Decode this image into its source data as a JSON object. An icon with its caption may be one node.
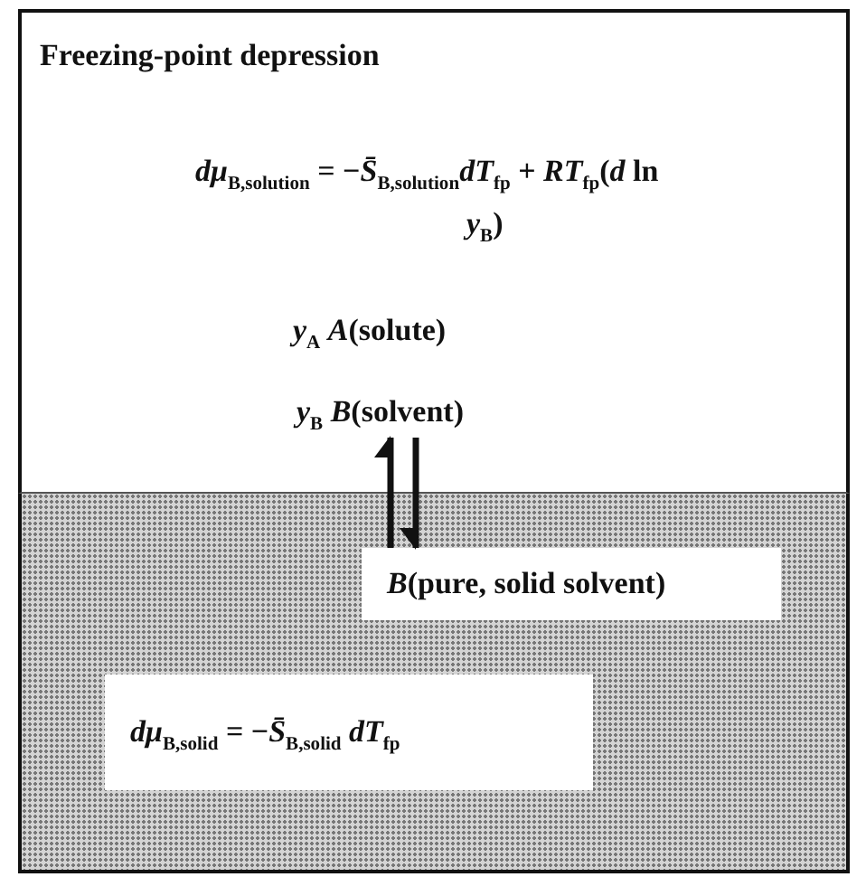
{
  "diagram": {
    "nodes": [
      {
        "text": [
          "Freezing-point depression"
        ]
      },
      {
        "text": [
          "*y*$_{B}$  *B*(solvent)"
        ],
        "in": 0
      },
      {
        "text": [],
        "shape": "box"
      },
      {
        "text": [
          "*B*(pure, solid solvent)"
        ],
        "in": 2
      },
      {
        "text": [
          "*dμ*$_{B,solid}$ = −*S̄*$_{B,solid}$ *dT*$_{fp}$"
        ],
        "in": 2
      }
    ],
    "edges": [
      {
        "from": 3,
        "to": 1,
        "arrow": "to"
      },
      {
        "from": 1,
        "to": 3,
        "arrow": "to"
      }
    ],
    "labels": [
      "*dμ*$_{B,solution}$ = −*S̄*$_{B,solution}$*dT*$_{fp}$ + *RT*$_{fp}$(*d* ln *y*$_{B}$)",
      "*y*$_{A}$  *A*(solute)"
    ]
  }
}
